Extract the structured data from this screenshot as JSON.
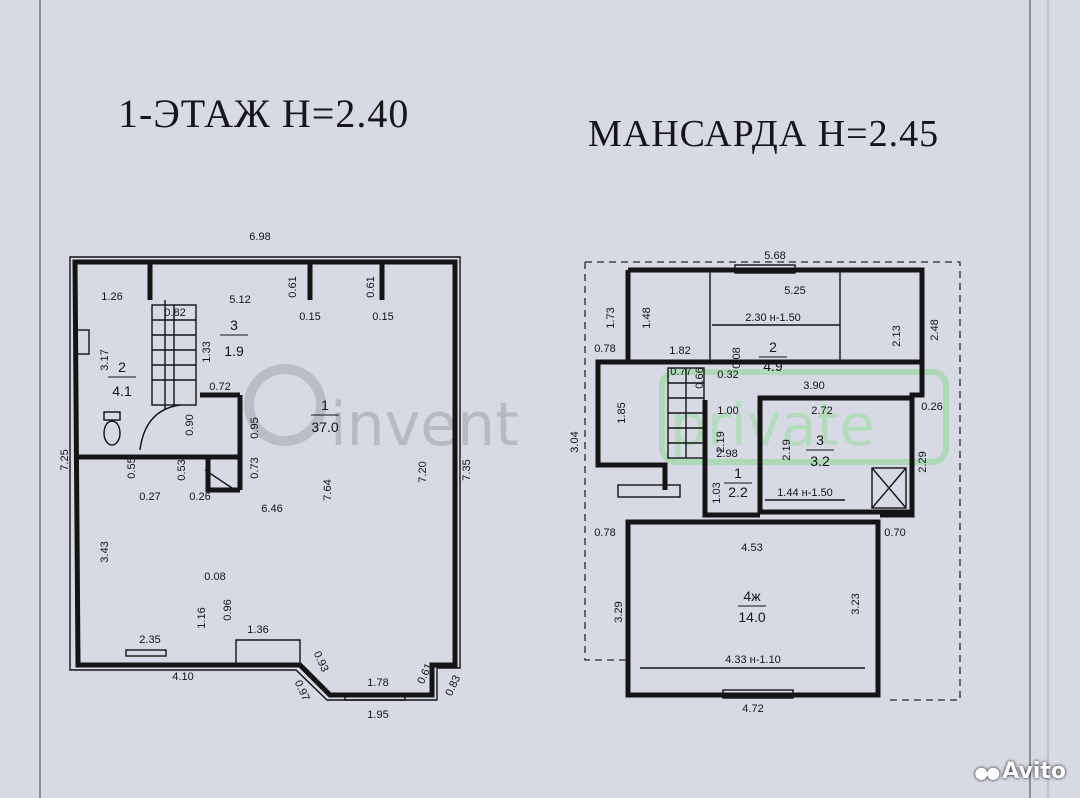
{
  "titles": {
    "floor1": "1-ЭТАЖ  H=2.40",
    "attic": "МАНСАРДА  H=2.45"
  },
  "watermark": {
    "main": "invent",
    "tag": "private"
  },
  "floor1": {
    "dims": [
      "6.98",
      "1.26",
      "5.12",
      "0.61",
      "0.61",
      "0.15",
      "0.15",
      "0.82",
      "1.33",
      "0.72",
      "3.17",
      "7.25",
      "0.90",
      "0.95",
      "0.73",
      "7.64",
      "7.20",
      "7.35",
      "0.55",
      "0.53",
      "0.27",
      "0.26",
      "6.46",
      "3.43",
      "0.08",
      "1.16",
      "0.96",
      "1.36",
      "2.35",
      "4.10",
      "0.93",
      "0.97",
      "1.78",
      "0.61",
      "0.83",
      "1.95"
    ],
    "rooms": [
      {
        "num": "1",
        "area": "37.0"
      },
      {
        "num": "2",
        "area": "4.1"
      },
      {
        "num": "3",
        "area": "1.9"
      }
    ]
  },
  "attic": {
    "dims": [
      "5.68",
      "5.25",
      "1.73",
      "1.48",
      "2.30 н-1.50",
      "2.13",
      "2.48",
      "0.78",
      "1.82",
      "0.08",
      "0.77",
      "0.66",
      "0.32",
      "3.90",
      "1.85",
      "1.00",
      "2.72",
      "0.26",
      "3.04",
      "2.19",
      "2.19",
      "2.98",
      "2.29",
      "1.03",
      "1.44 н-1.50",
      "0.78",
      "4.53",
      "0.70",
      "3.29",
      "3.23",
      "4.33 н-1.10",
      "4.72"
    ],
    "rooms": [
      {
        "num": "2",
        "area": "4.9"
      },
      {
        "num": "3",
        "area": "3.2"
      },
      {
        "num": "1",
        "area": "2.2"
      },
      {
        "num": "4ж",
        "area": "14.0"
      }
    ]
  },
  "brand": "Avito",
  "colors": {
    "paper": "#d7d9e4",
    "ink": "#141414",
    "frame": "#1c1c1f"
  }
}
